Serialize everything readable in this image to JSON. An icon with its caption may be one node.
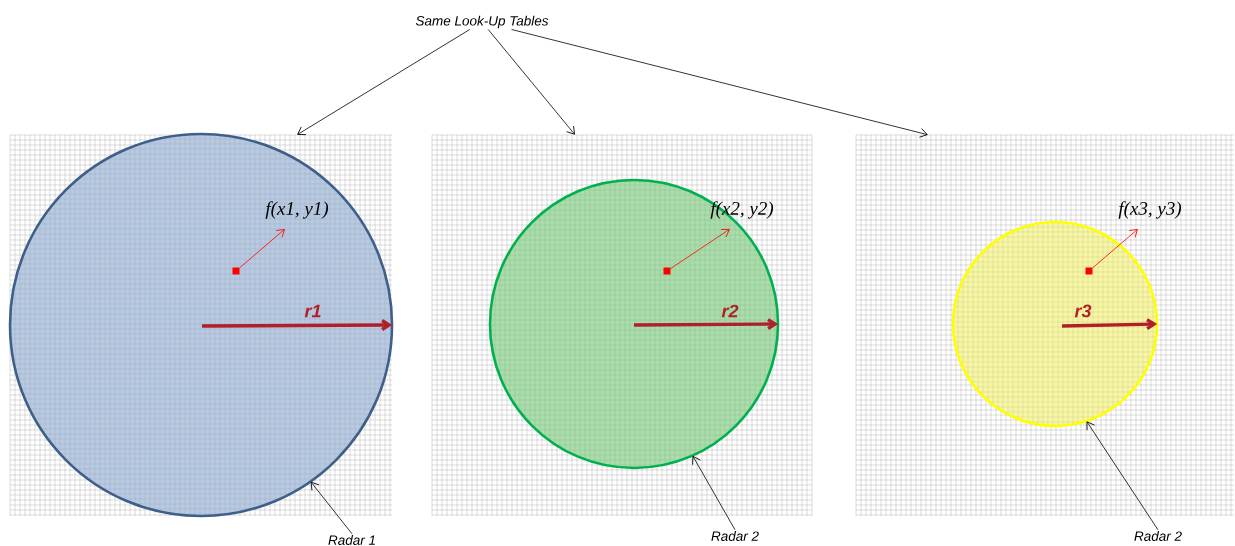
{
  "diagram": {
    "nodes": [
      {
        "text": [
          "Same Look-Up Tables"
        ]
      },
      {
        "text": [],
        "shape": "box"
      },
      {
        "text": [],
        "shape": "box"
      },
      {
        "text": [],
        "shape": "box"
      },
      {
        "text": [],
        "shape": "circle",
        "in": 1
      },
      {
        "text": [],
        "shape": "circle",
        "in": 2
      },
      {
        "text": [],
        "shape": "circle",
        "in": 3
      },
      {
        "text": [],
        "shape": "box",
        "in": 4
      },
      {
        "text": [
          "f(x1, y1)"
        ],
        "in": 4
      },
      {
        "text": [],
        "shape": "box",
        "in": 5
      },
      {
        "text": [
          "f(x2, y2)"
        ],
        "in": 2
      },
      {
        "text": [],
        "shape": "box",
        "in": 6
      },
      {
        "text": [
          "f(x3, y3)"
        ],
        "in": 3
      },
      {
        "text": [
          "Radar 1"
        ]
      },
      {
        "text": [
          "Radar 2"
        ]
      },
      {
        "text": [
          "Radar 2"
        ]
      }
    ],
    "edges": [
      {
        "from": 0,
        "to": 1,
        "arrow": "to"
      },
      {
        "from": 0,
        "to": 2,
        "arrow": "to"
      },
      {
        "from": 0,
        "to": 3,
        "arrow": "to"
      },
      {
        "from": 7,
        "to": 8,
        "arrow": "to",
        "color": "#ff0000"
      },
      {
        "from": 9,
        "to": 10,
        "arrow": "to",
        "color": "#ff0000"
      },
      {
        "from": 11,
        "to": 12,
        "arrow": "to",
        "color": "#ff0000"
      },
      {
        "from": null,
        "to": 4,
        "arrow": "to",
        "label": "r1",
        "style": "thick",
        "color": "#b0202a"
      },
      {
        "from": null,
        "to": 5,
        "arrow": "to",
        "label": "r2",
        "style": "thick",
        "color": "#b0202a"
      },
      {
        "from": null,
        "to": 6,
        "arrow": "to",
        "label": "r3",
        "style": "thick",
        "color": "#b0202a"
      },
      {
        "from": 13,
        "to": 4,
        "arrow": "to",
        "color": "#000000"
      },
      {
        "from": 14,
        "to": 5,
        "arrow": "to",
        "color": "#000000"
      },
      {
        "from": 15,
        "to": 6,
        "arrow": "to",
        "color": "#000000"
      }
    ]
  }
}
